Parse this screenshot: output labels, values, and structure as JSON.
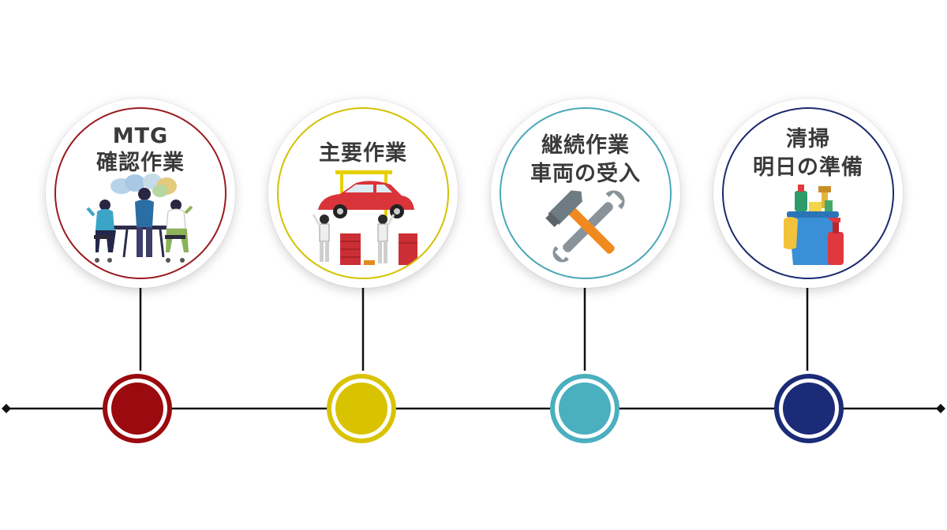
{
  "steps": [
    {
      "line1": "MTG",
      "line2": "確認作業",
      "color": "#9a0a0e",
      "icon": "meeting-people-icon"
    },
    {
      "line1": "主要作業",
      "line2": "",
      "color": "#d9c300",
      "icon": "car-lift-mechanic-icon"
    },
    {
      "line1": "継続作業",
      "line2": "車両の受入",
      "color": "#4aafbf",
      "icon": "hammer-wrench-icon"
    },
    {
      "line1": "清掃",
      "line2": "明日の準備",
      "color": "#1b2b78",
      "icon": "cleaning-supplies-icon"
    }
  ]
}
